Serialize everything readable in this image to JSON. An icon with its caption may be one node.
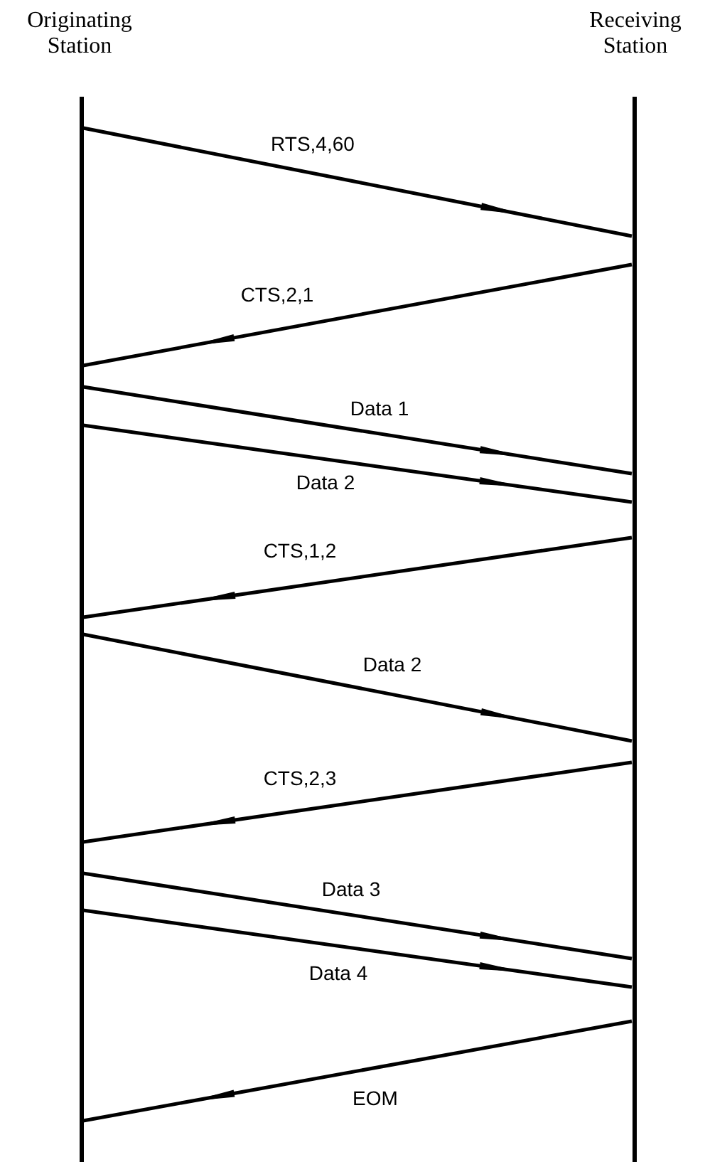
{
  "diagram": {
    "nodes": [
      {
        "text": [],
        "shape": "bar",
        "beside": [
          "Originating Station"
        ]
      },
      {
        "text": [],
        "shape": "bar",
        "beside": [
          "Receiving Station"
        ]
      }
    ],
    "edges": [
      {
        "from": 0,
        "to": 1,
        "arrow": "to",
        "label": "RTS,4,60"
      },
      {
        "from": 1,
        "to": 0,
        "arrow": "to",
        "label": "CTS,2,1"
      },
      {
        "from": 0,
        "to": 1,
        "arrow": "to",
        "label": "Data 1"
      },
      {
        "from": 0,
        "to": 1,
        "arrow": "to",
        "label": "Data 2"
      },
      {
        "from": 1,
        "to": 0,
        "arrow": "to",
        "label": "CTS,1,2"
      },
      {
        "from": 0,
        "to": 1,
        "arrow": "to",
        "label": "Data 2"
      },
      {
        "from": 1,
        "to": 0,
        "arrow": "to",
        "label": "CTS,2,3"
      },
      {
        "from": 0,
        "to": 1,
        "arrow": "to",
        "label": "Data 3"
      },
      {
        "from": 0,
        "to": 1,
        "arrow": "to",
        "label": "Data 4"
      },
      {
        "from": 1,
        "to": 0,
        "arrow": "to",
        "label": "EOM"
      }
    ]
  }
}
